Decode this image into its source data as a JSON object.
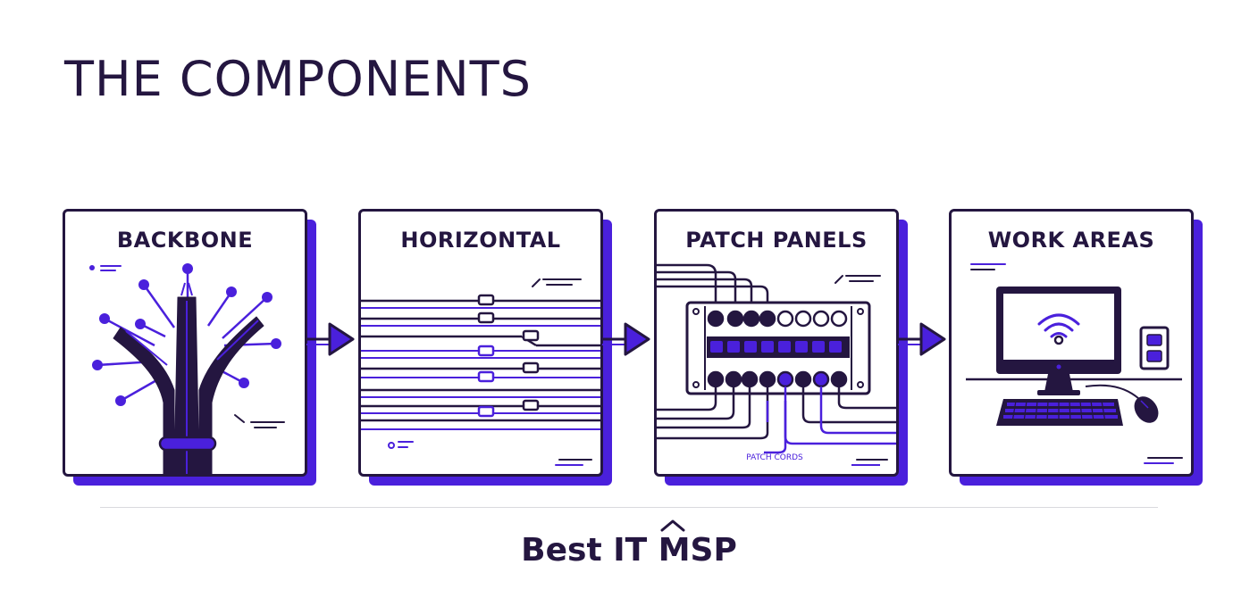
{
  "title": "THE COMPONENTS",
  "panels": [
    {
      "label": "BACKBONE"
    },
    {
      "label": "HORIZONTAL"
    },
    {
      "label": "PATCH PANELS",
      "sublabel": "PATCH CORDS"
    },
    {
      "label": "WORK AREAS"
    }
  ],
  "brand": {
    "prefix": "Best IT ",
    "suffix": "MSP"
  },
  "colors": {
    "ink": "#241640",
    "accent": "#4a20dc",
    "divider": "#d9d9de"
  },
  "icons": [
    "tree-network-icon",
    "cable-bundle-icon",
    "patch-panel-icon",
    "computer-wifi-icon",
    "wall-jack-icon",
    "keyboard-icon",
    "mouse-icon",
    "arrow-right-icon"
  ]
}
